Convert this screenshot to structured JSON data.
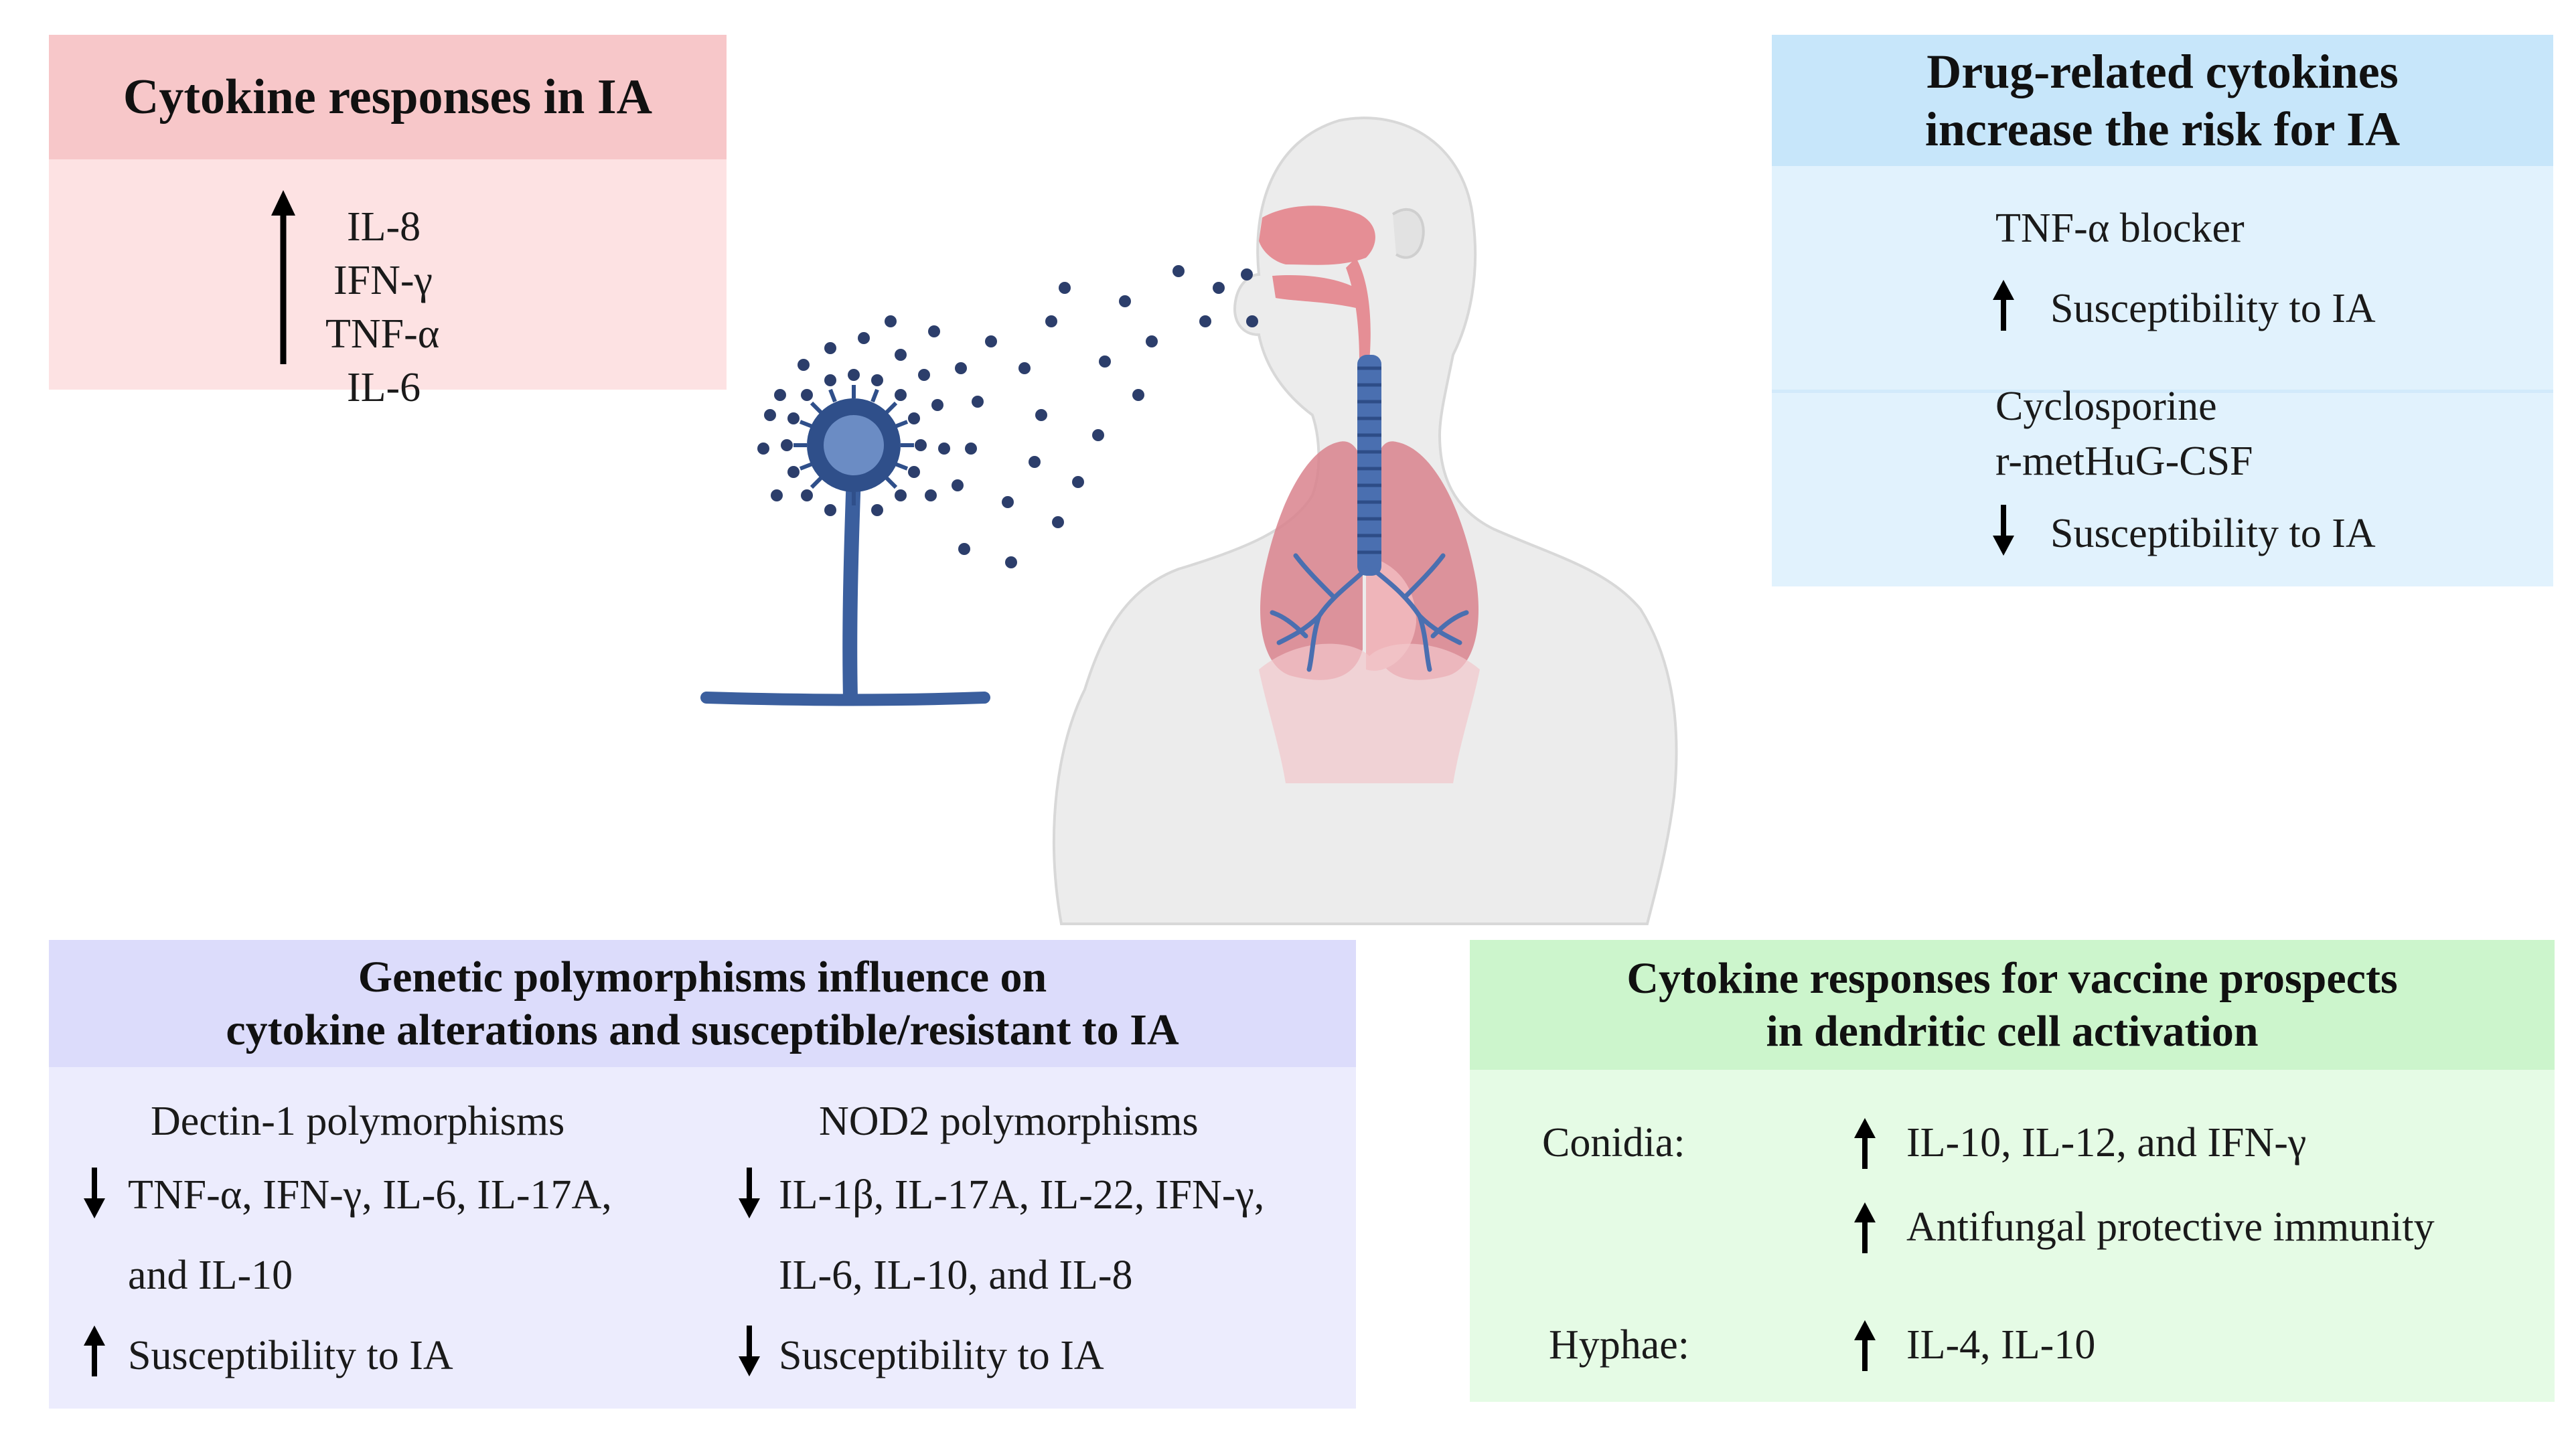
{
  "panel_cytokine_ia": {
    "title": "Cytokine responses in IA",
    "items": [
      "IL-8",
      "IFN-γ",
      "TNF-α",
      "IL-6"
    ]
  },
  "panel_drug": {
    "title_line1": "Drug-related cytokines",
    "title_line2": "increase the risk for IA",
    "tnf_blocker": "TNF-α blocker",
    "up_susceptibility": "Susceptibility to IA",
    "cyclosporine": "Cyclosporine",
    "gcsf": "r-metHuG-CSF",
    "down_susceptibility": "Susceptibility to IA"
  },
  "panel_genetic": {
    "title_line1": "Genetic polymorphisms influence on",
    "title_line2": "cytokine alterations and susceptible/resistant to IA",
    "dectin": {
      "heading": "Dectin-1 polymorphisms",
      "line1": "TNF-α, IFN-γ, IL-6, IL-17A,",
      "line2": "and IL-10",
      "susceptibility": "Susceptibility to IA"
    },
    "nod2": {
      "heading": "NOD2 polymorphisms",
      "line1": "IL-1β, IL-17A, IL-22, IFN-γ,",
      "line2": "IL-6, IL-10, and IL-8",
      "susceptibility": "Susceptibility to IA"
    }
  },
  "panel_vaccine": {
    "title_line1": "Cytokine responses for vaccine prospects",
    "title_line2": "in dendritic cell activation",
    "conidia_label": "Conidia:",
    "conidia_item1": "IL-10, IL-12, and IFN-γ",
    "conidia_item2": "Antifungal protective immunity",
    "hyphae_label": "Hyphae:",
    "hyphae_item1": "IL-4, IL-10"
  },
  "colors": {
    "red_header": "#f7c7c9",
    "blue_header": "#c7e6fa",
    "purple_header": "#dcdcfb",
    "green_header": "#ccf5cc",
    "fungus_blue": "#3b5f9e",
    "lung_red": "#d9838d"
  }
}
